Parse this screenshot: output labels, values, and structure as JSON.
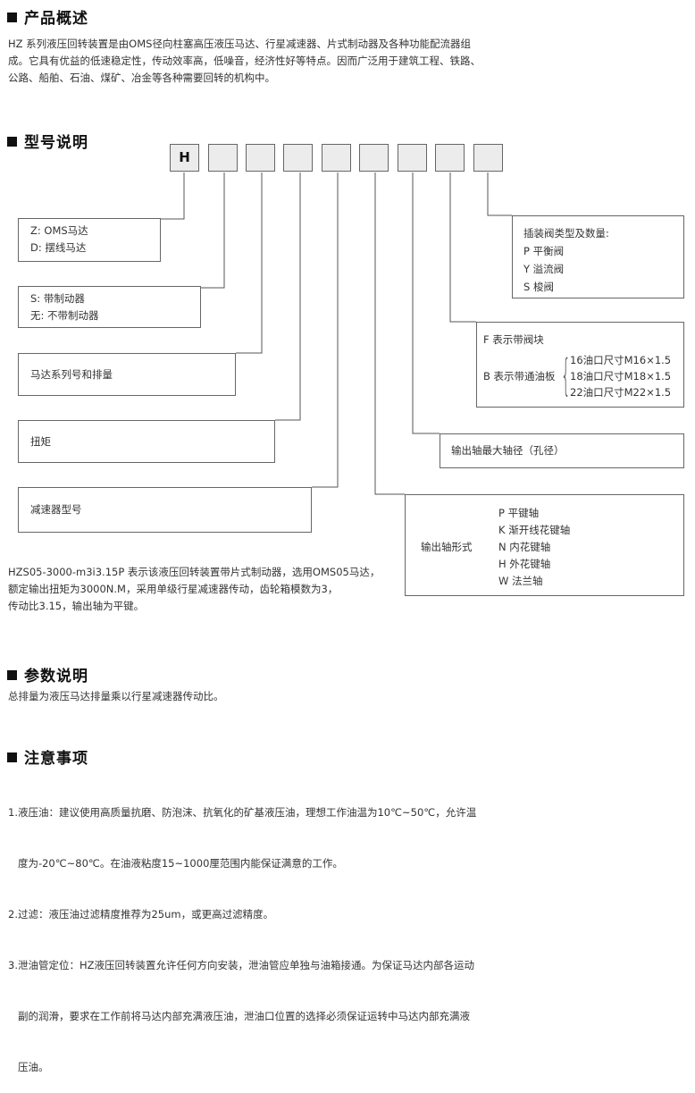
{
  "overview": {
    "title": "产品概述",
    "lines": [
      "HZ 系列液压回转装置是由OMS径向柱塞高压液压马达、行星减速器、片式制动器及各种功能配流器组",
      "成。它具有优益的低速稳定性，传动效率高，低噪音，经济性好等特点。因而广泛用于建筑工程、铁路、",
      "公路、船舶、石油、煤矿、冶金等各种需要回转的机构中。"
    ]
  },
  "model": {
    "title": "型号说明",
    "code_first": "H",
    "motor_type": [
      "Z: OMS马达",
      "D: 摆线马达"
    ],
    "brake": [
      "S: 带制动器",
      "无: 不带制动器"
    ],
    "motor_series": "马达系列号和排量",
    "torque": "扭矩",
    "reducer": "减速器型号",
    "valve": {
      "heading": "插装阀类型及数量:",
      "items": [
        "P 平衡阀",
        "Y 溢流阀",
        "S 梭阀"
      ]
    },
    "block": {
      "f_label": "F 表示带阀块",
      "b_label": "B 表示带通油板",
      "sizes": [
        "16油口尺寸M16×1.5",
        "18油口尺寸M18×1.5",
        "22油口尺寸M22×1.5"
      ]
    },
    "shaft_diameter": "输出轴最大轴径（孔径）",
    "shaft_form": {
      "label": "输出轴形式",
      "items": [
        "P 平键轴",
        "K 渐开线花键轴",
        "N 内花键轴",
        "H 外花键轴",
        "W 法兰轴"
      ]
    },
    "example": [
      "HZS05-3000-m3i3.15P 表示该液压回转装置带片式制动器，选用OMS05马达，",
      "额定输出扭矩为3000N.M，采用单级行星减速器传动，齿轮箱模数为3，",
      "传动比3.15，输出轴为平键。"
    ]
  },
  "params": {
    "title": "参数说明",
    "text": "总排量为液压马达排量乘以行星减速器传动比。"
  },
  "notes": {
    "title": "注意事项",
    "lines": [
      "1.液压油：建议使用高质量抗磨、防泡沫、抗氧化的矿基液压油，理想工作油温为10℃~50℃，允许温",
      "   度为-20℃~80℃。在油液粘度15~1000厘范围内能保证满意的工作。",
      "2.过滤：液压油过滤精度推荐为25um，或更高过滤精度。",
      "3.泄油管定位：HZ液压回转装置允许任何方向安装，泄油管应单独与油箱接通。为保证马达内部各运动",
      "   副的润滑，要求在工作前将马达内部充满液压油，泄油口位置的选择必须保证运转中马达内部充满液",
      "   压油。"
    ]
  }
}
